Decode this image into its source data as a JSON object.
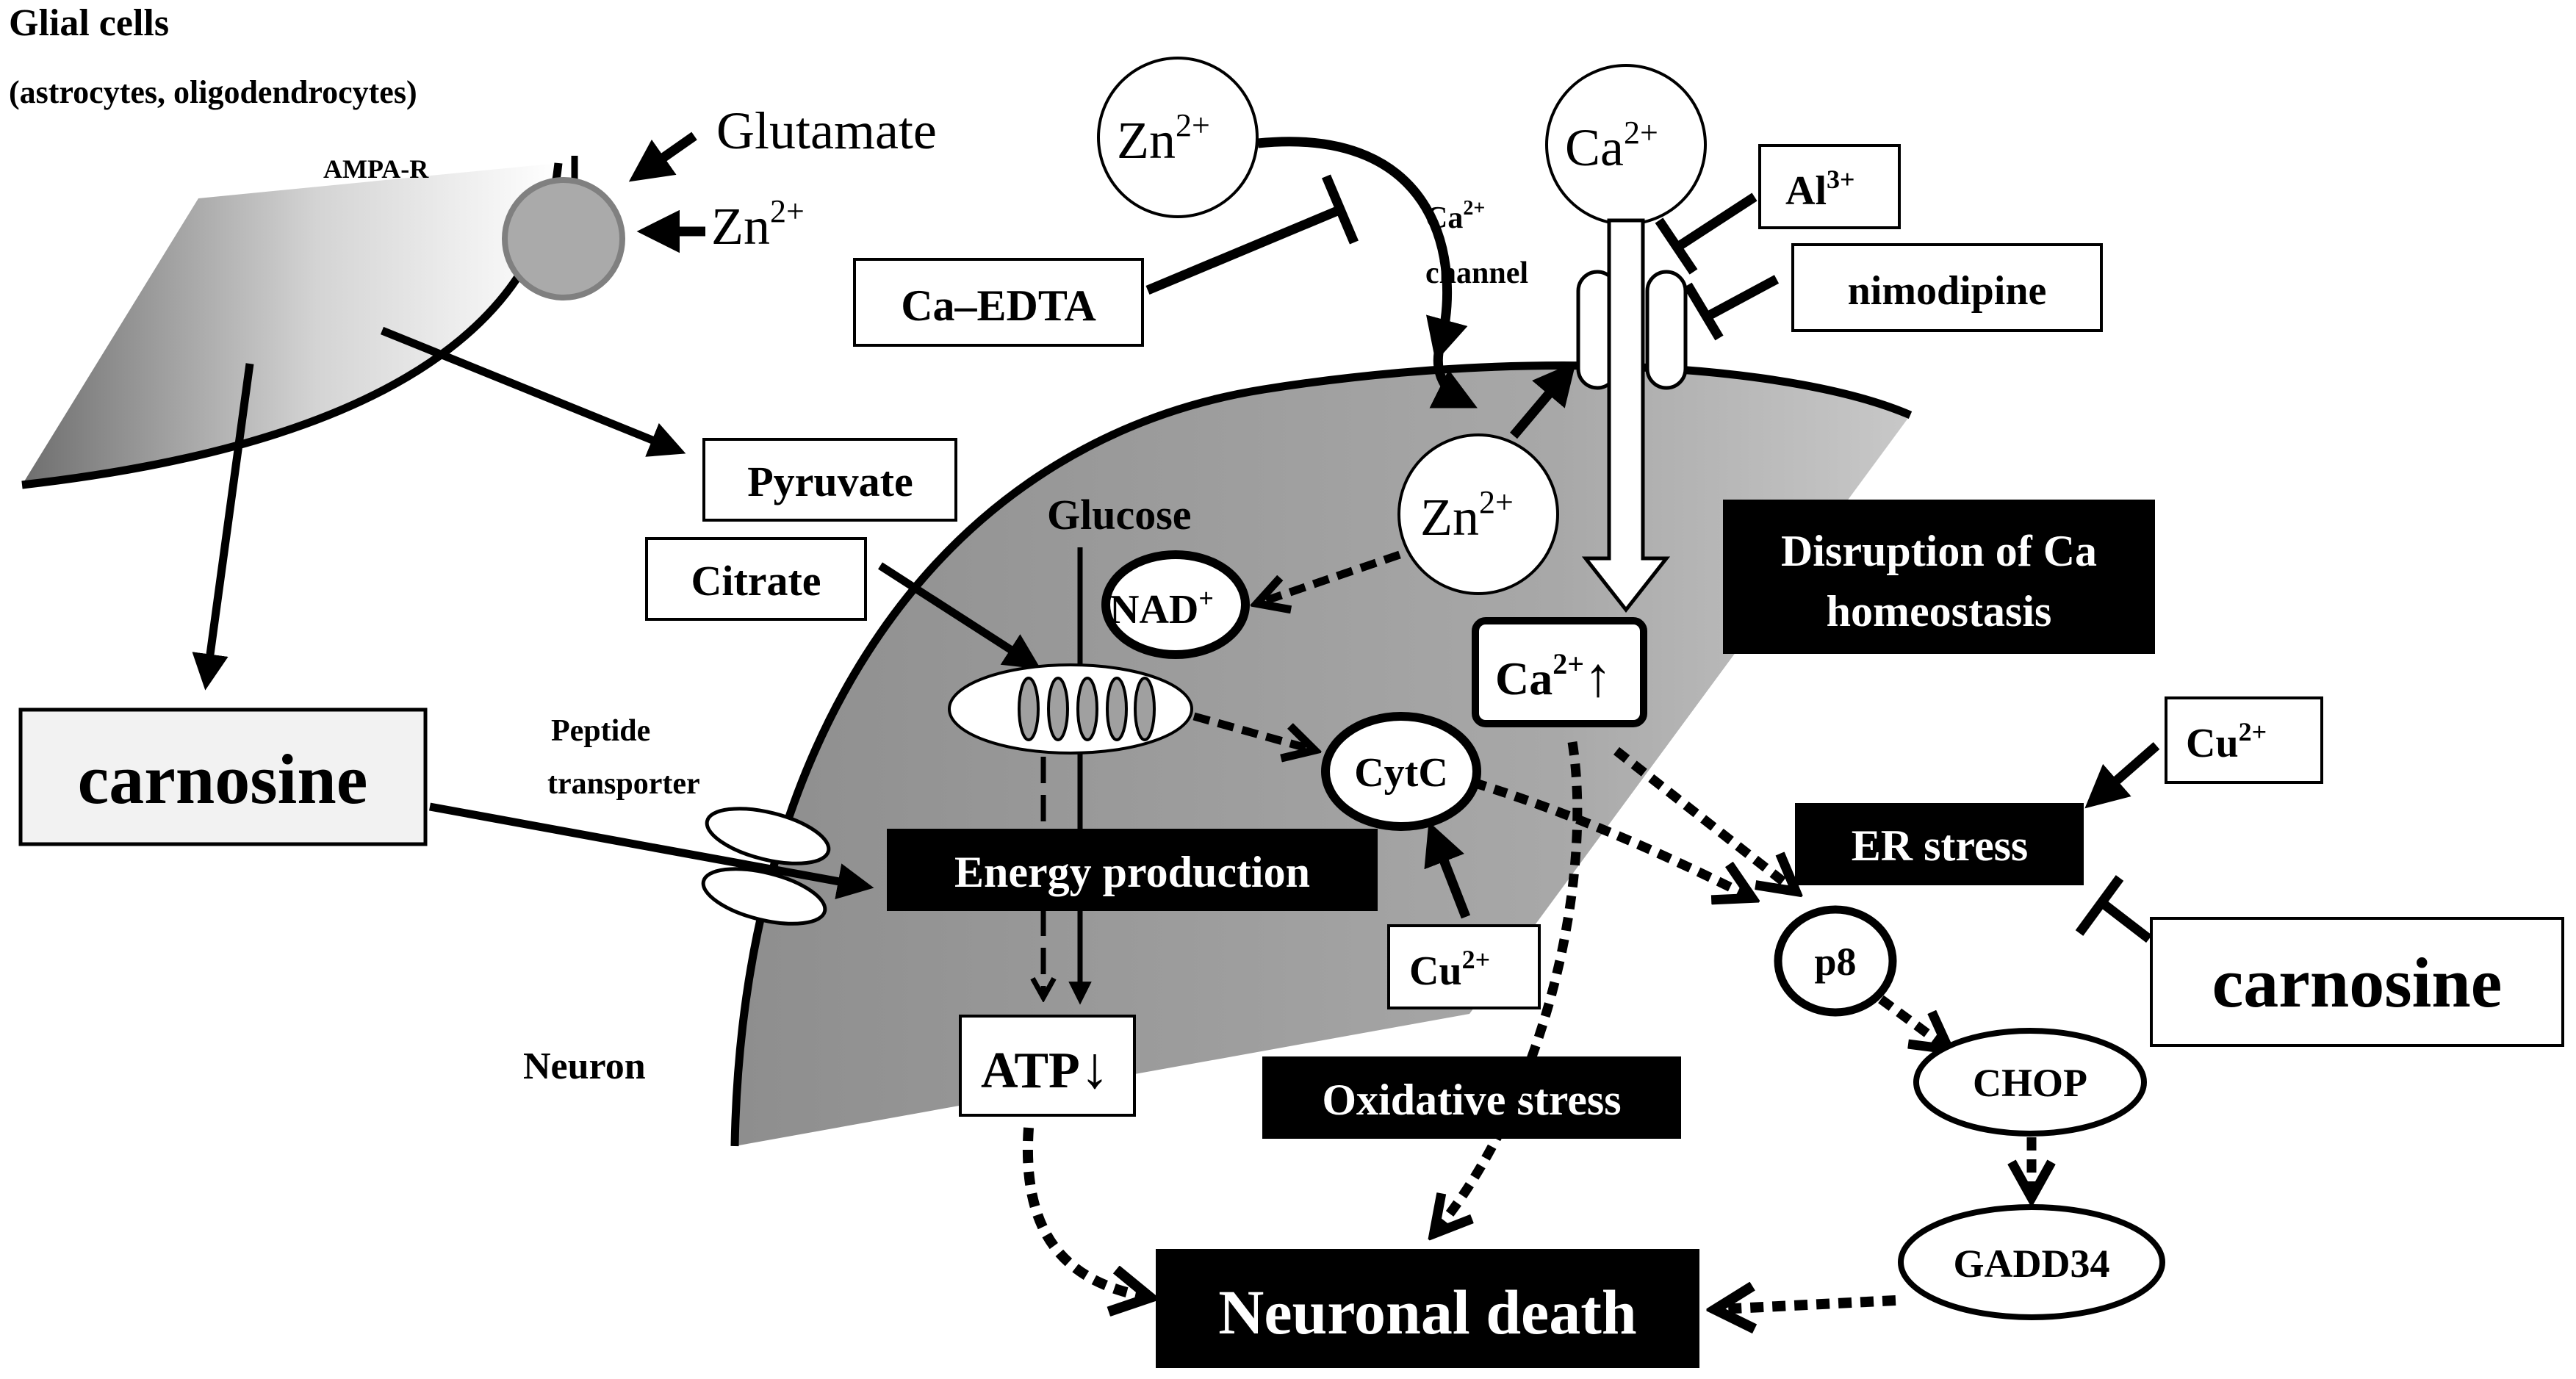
{
  "glial": {
    "title": "Glial cells",
    "subtitle": "(astrocytes, oligodendrocytes)",
    "receptor": "AMPA-R",
    "glutamate": "Glutamate",
    "zn": "Zn",
    "zn_sup": "2+"
  },
  "boxes": {
    "carnosine_left": "carnosine",
    "carnosine_right": "carnosine",
    "pyruvate": "Pyruvate",
    "citrate": "Citrate",
    "ca_edta": "Ca–EDTA",
    "al": "Al",
    "al_sup": "3+",
    "nimodipine": "nimodipine",
    "cu_top": "Cu",
    "cu_top_sup": "2+",
    "cu_mid": "Cu",
    "cu_mid_sup": "2+",
    "atp": "ATP",
    "atp_arrow": "↓",
    "ca_level": "Ca",
    "ca_level_sup": "2+",
    "ca_level_arrow": "↑"
  },
  "black_boxes": {
    "disruption_line1": "Disruption of Ca",
    "disruption_line2": "homeostasis",
    "er_stress": "ER stress",
    "energy": "Energy production",
    "oxidative": "Oxidative stress",
    "neuronal_death": "Neuronal death"
  },
  "circles": {
    "zn_top": "Zn",
    "zn_top_sup": "2+",
    "ca_top": "Ca",
    "ca_top_sup": "2+",
    "zn_inside": "Zn",
    "zn_inside_sup": "2+",
    "nad": "NAD",
    "nad_sup": "+",
    "cytc": "CytC",
    "p8": "p8",
    "chop": "CHOP",
    "gadd34": "GADD34"
  },
  "labels": {
    "ca_channel_line1": "Ca",
    "ca_channel_sup": "2+",
    "ca_channel_line2": "channel",
    "glucose": "Glucose",
    "peptide_line1": "Peptide",
    "peptide_line2": "transporter",
    "neuron": "Neuron"
  }
}
